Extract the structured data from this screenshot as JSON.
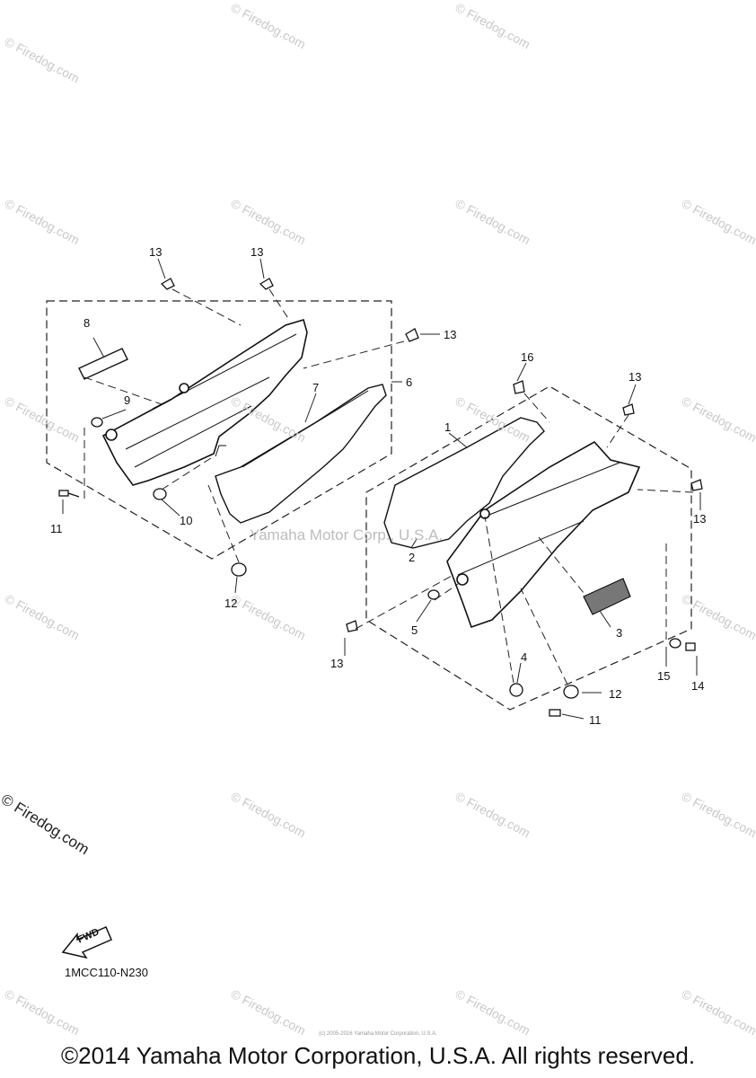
{
  "watermark_text": "© Firedog.com",
  "center_watermark": "Yamaha Motor Corp., U.S.A.",
  "fwd_label": "FWD",
  "part_code": "1MCC110-N230",
  "copyright": "©2014 Yamaha Motor Corporation, U.S.A. All rights reserved.",
  "tiny_notice": "(c) 2005-2016 Yamaha Motor Corporation, U.S.A.",
  "callouts": [
    {
      "id": "c13a",
      "text": "13"
    },
    {
      "id": "c13b",
      "text": "13"
    },
    {
      "id": "c13c",
      "text": "13"
    },
    {
      "id": "c8",
      "text": "8"
    },
    {
      "id": "c9",
      "text": "9"
    },
    {
      "id": "c6",
      "text": "6"
    },
    {
      "id": "c7",
      "text": "7"
    },
    {
      "id": "c10",
      "text": "10"
    },
    {
      "id": "c11a",
      "text": "11"
    },
    {
      "id": "c12a",
      "text": "12"
    },
    {
      "id": "c16",
      "text": "16"
    },
    {
      "id": "c13d",
      "text": "13"
    },
    {
      "id": "c1",
      "text": "1"
    },
    {
      "id": "c13e",
      "text": "13"
    },
    {
      "id": "c2",
      "text": "2"
    },
    {
      "id": "c5",
      "text": "5"
    },
    {
      "id": "c3",
      "text": "3"
    },
    {
      "id": "c13f",
      "text": "13"
    },
    {
      "id": "c4",
      "text": "4"
    },
    {
      "id": "c12b",
      "text": "12"
    },
    {
      "id": "c15",
      "text": "15"
    },
    {
      "id": "c14",
      "text": "14"
    },
    {
      "id": "c11b",
      "text": "11"
    }
  ]
}
